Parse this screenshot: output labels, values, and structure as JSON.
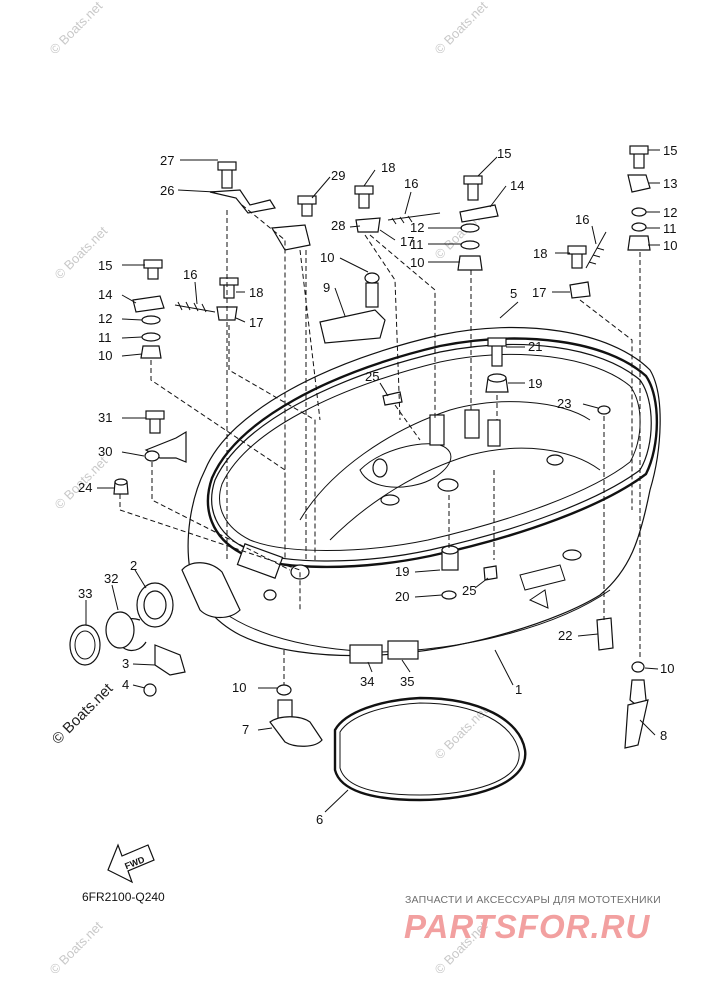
{
  "watermark": "© Boats.net",
  "drawing_code": "6FR2100-Q240",
  "fwd_label": "FWD",
  "brand": {
    "subtitle": "ЗАПЧАСТИ И АКСЕССУАРЫ ДЛЯ МОТОТЕХНИКИ",
    "name": "PARTSFOR.RU",
    "color": "#f2a0a0"
  },
  "callouts": [
    "27",
    "26",
    "29",
    "28",
    "18",
    "16",
    "17",
    "15",
    "14",
    "12",
    "11",
    "10",
    "15",
    "13",
    "12",
    "11",
    "10",
    "16",
    "18",
    "17",
    "10",
    "9",
    "5",
    "15",
    "14",
    "16",
    "18",
    "12",
    "11",
    "17",
    "10",
    "21",
    "19",
    "25",
    "23",
    "31",
    "30",
    "24",
    "2",
    "33",
    "32",
    "3",
    "4",
    "19",
    "20",
    "25",
    "22",
    "10",
    "34",
    "35",
    "1",
    "7",
    "6",
    "10",
    "8"
  ]
}
